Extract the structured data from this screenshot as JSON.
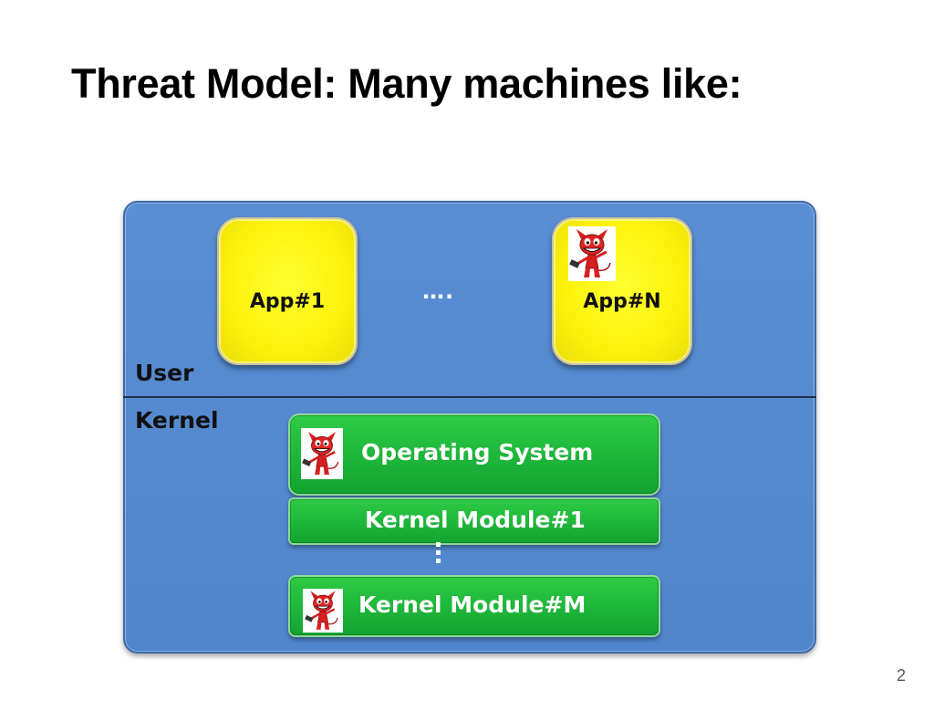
{
  "slide": {
    "title": "Threat Model: Many machines like:",
    "page_number": "2"
  },
  "diagram": {
    "layers": {
      "user_label": "User",
      "kernel_label": "Kernel"
    },
    "apps": {
      "first_label": "App#1",
      "ellipsis": "….",
      "last_label": "App#N"
    },
    "kernel": {
      "os_label": "Operating System",
      "module_first_label": "Kernel Module#1",
      "module_last_label": "Kernel Module#M"
    },
    "icons": {
      "compromised": "devil-icon"
    },
    "colors": {
      "machine_blue": "#5186cc",
      "app_yellow": "#fbf20a",
      "kernel_green": "#1db63a"
    }
  }
}
